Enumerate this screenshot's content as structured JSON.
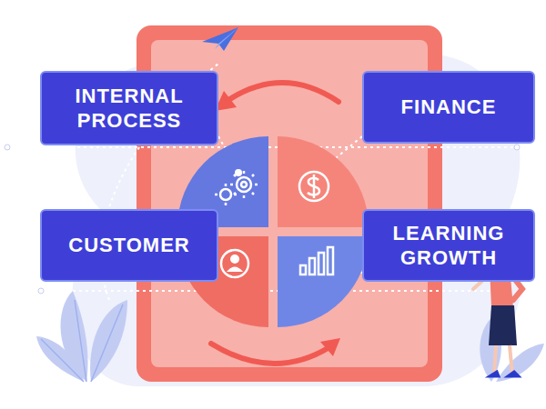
{
  "diagram": {
    "nodes": [
      {
        "text": [
          "INTERNAL PROCESS"
        ]
      },
      {
        "text": [
          "FINANCE"
        ]
      },
      {
        "text": [
          "CUSTOMER"
        ]
      },
      {
        "text": [
          "LEARNING GROWTH"
        ]
      }
    ]
  }
}
